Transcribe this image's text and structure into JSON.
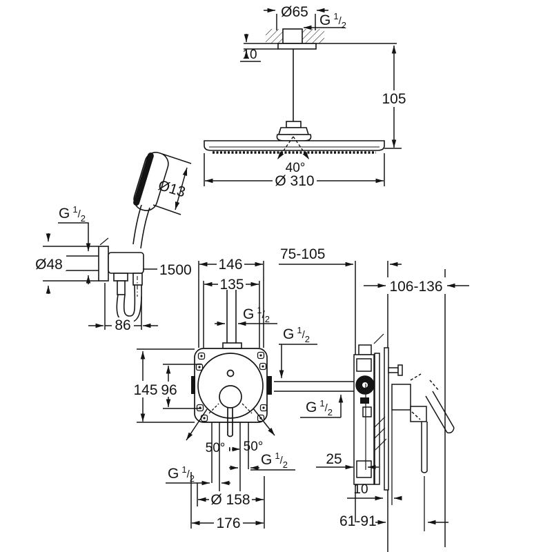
{
  "drawing": {
    "thread": {
      "base": "G",
      "num": "1",
      "slash": "/",
      "den": "2"
    },
    "ceiling": {
      "hole_diameter": "Ø65",
      "plate_height": "10",
      "drop_height": "105"
    },
    "head_shower": {
      "diameter": "Ø 310",
      "spray_angle": "40°"
    },
    "hand_shower": {
      "head_diameter": "Ø13",
      "holder_flange_diameter": "Ø48",
      "hose_length": "1500",
      "holder_offset": "86"
    },
    "front_view": {
      "spacing_outer": "146",
      "spacing_inner": "135",
      "box_height": "145",
      "port_height": "96",
      "swivel_left": "50°",
      "swivel_right": "50°",
      "trim_diameter": "Ø 158",
      "trim_width": "176"
    },
    "side_view": {
      "rough_in_depth": "75-105",
      "trim_depth": "106-136",
      "inlet_offset": "25",
      "tile_gap": "10",
      "spout_projection": "61-91"
    }
  }
}
